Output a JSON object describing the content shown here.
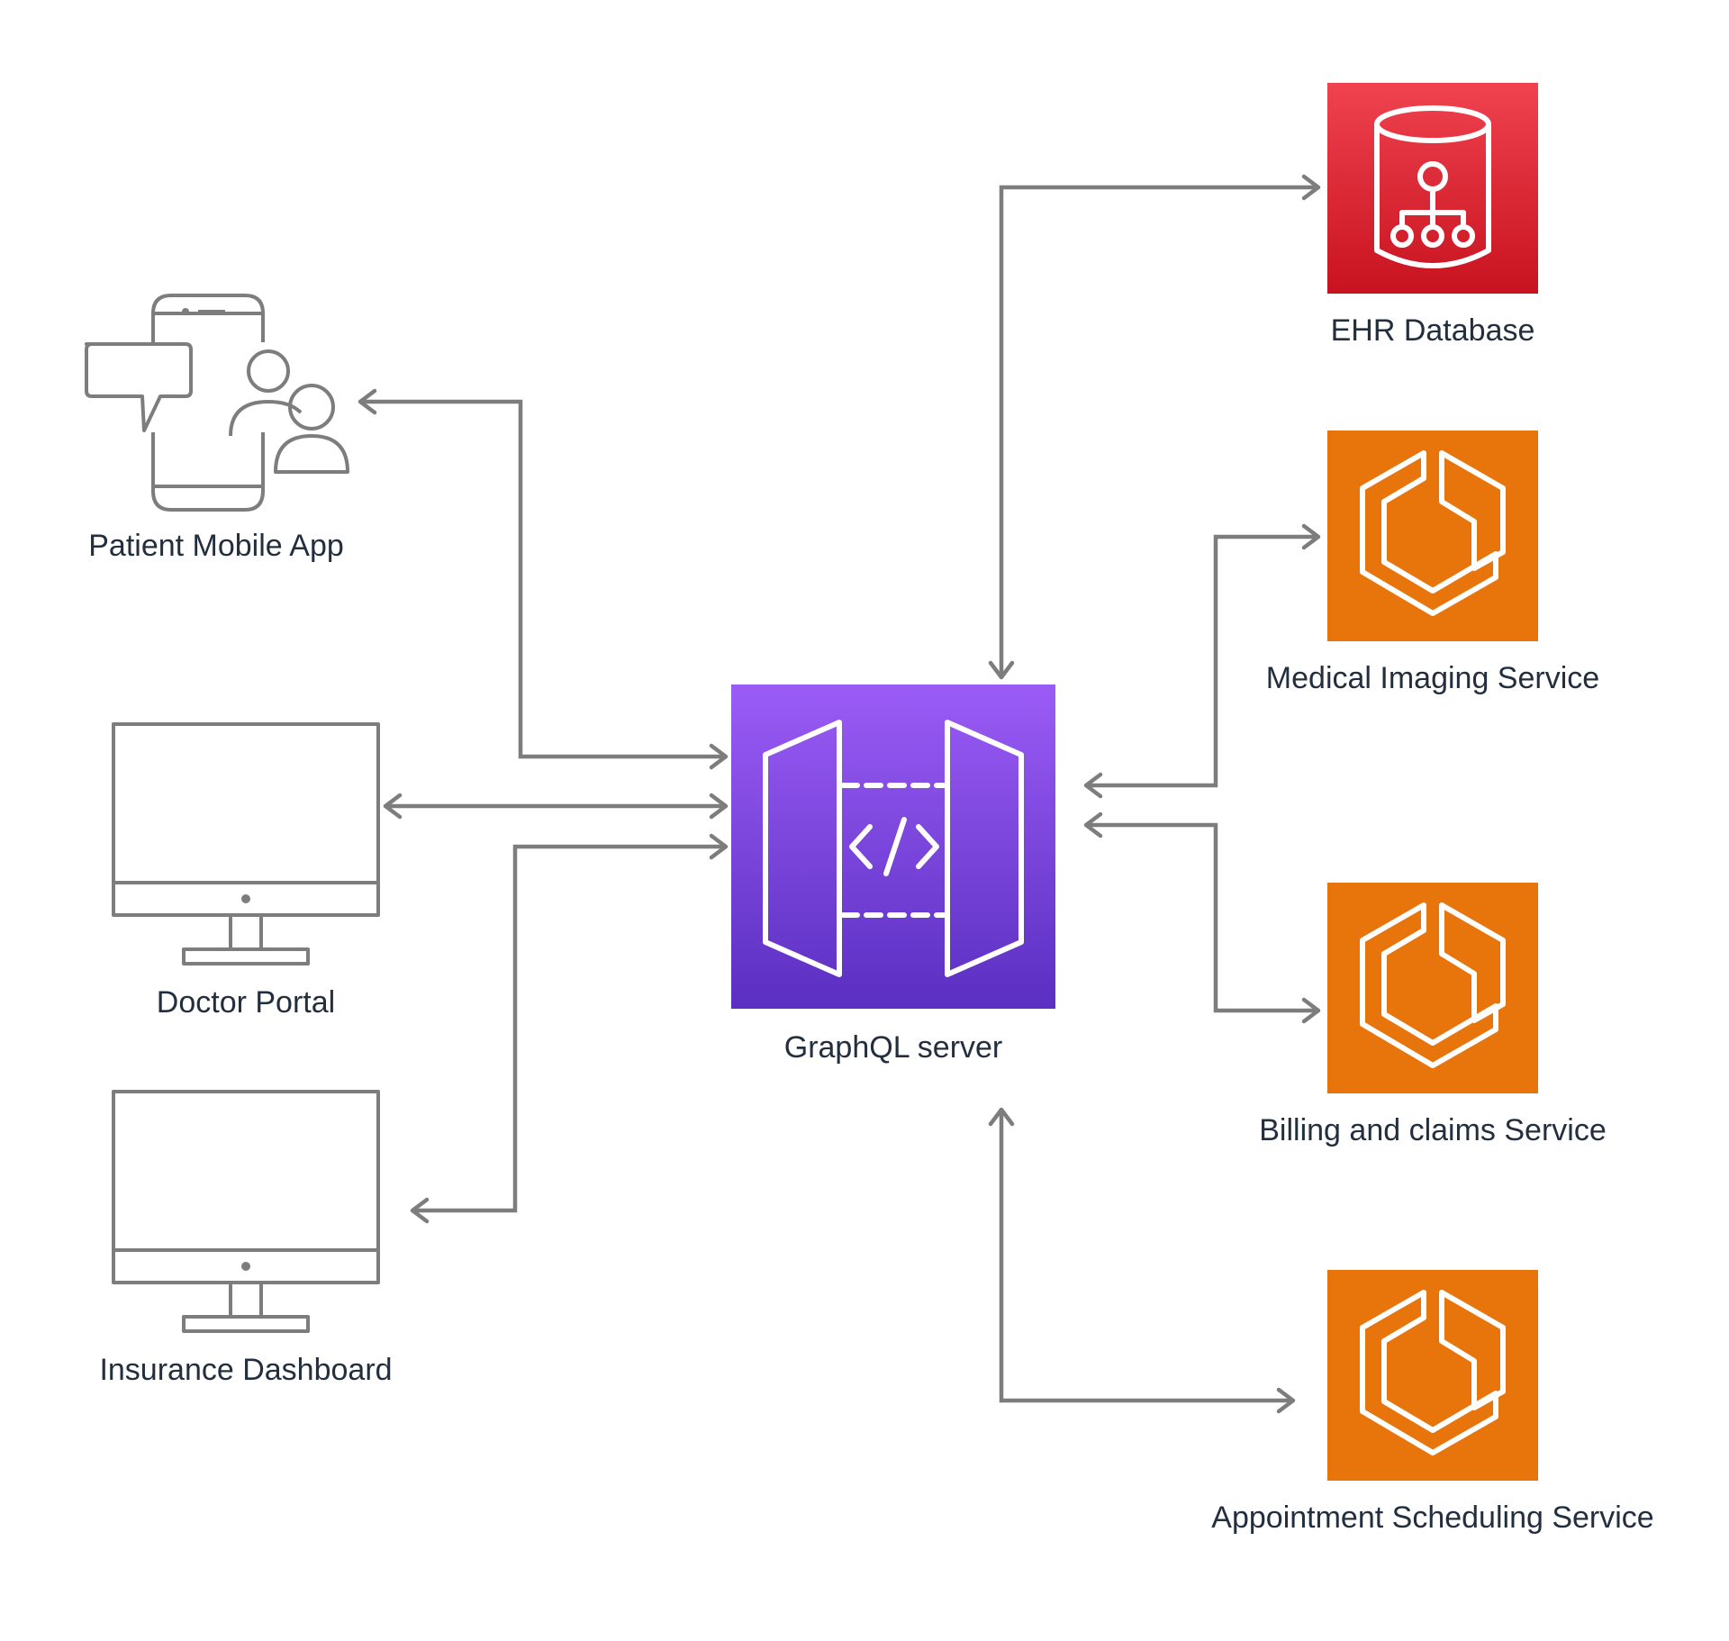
{
  "nodes": {
    "patient_app": {
      "label": "Patient Mobile App",
      "icon": "mobile-users-icon"
    },
    "doctor_portal": {
      "label": "Doctor Portal",
      "icon": "desktop-monitor-icon"
    },
    "insurance_dashboard": {
      "label": "Insurance Dashboard",
      "icon": "desktop-monitor-icon"
    },
    "graphql_server": {
      "label": "GraphQL server",
      "icon": "api-gateway-icon"
    },
    "ehr_database": {
      "label": "EHR Database",
      "icon": "database-icon"
    },
    "imaging_service": {
      "label": "Medical Imaging Service",
      "icon": "container-service-icon"
    },
    "billing_service": {
      "label": "Billing and claims Service",
      "icon": "container-service-icon"
    },
    "appointment_service": {
      "label": "Appointment Scheduling Service",
      "icon": "container-service-icon"
    }
  },
  "colors": {
    "connector": "#7d7d7d",
    "graphql_top": "#9b5cf6",
    "graphql_bottom": "#5a2fc2",
    "database_top": "#f0424f",
    "database_bottom": "#c7131f",
    "service_orange": "#e8740c",
    "outline_gray": "#7d7d7d"
  }
}
